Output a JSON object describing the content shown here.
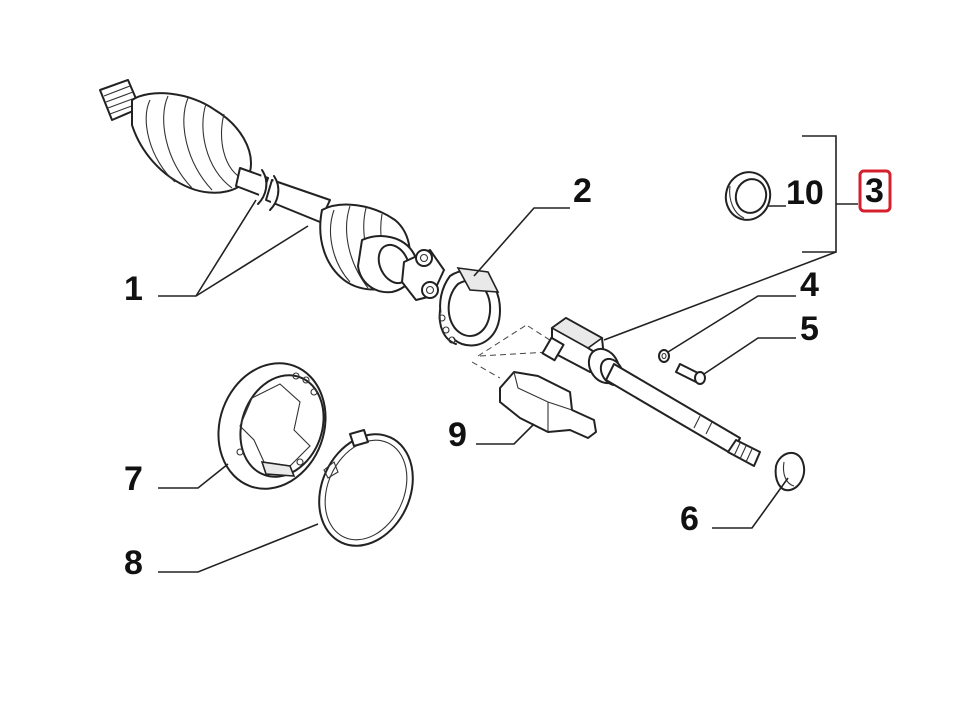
{
  "callouts": [
    {
      "id": "1",
      "label": "1",
      "highlighted": false
    },
    {
      "id": "2",
      "label": "2",
      "highlighted": false
    },
    {
      "id": "3",
      "label": "3",
      "highlighted": true
    },
    {
      "id": "4",
      "label": "4",
      "highlighted": false
    },
    {
      "id": "5",
      "label": "5",
      "highlighted": false
    },
    {
      "id": "6",
      "label": "6",
      "highlighted": false
    },
    {
      "id": "7",
      "label": "7",
      "highlighted": false
    },
    {
      "id": "8",
      "label": "8",
      "highlighted": false
    },
    {
      "id": "9",
      "label": "9",
      "highlighted": false
    },
    {
      "id": "10",
      "label": "10",
      "highlighted": false
    }
  ],
  "colors": {
    "highlight": "#d4202c",
    "line": "#222222",
    "background": "#ffffff"
  }
}
